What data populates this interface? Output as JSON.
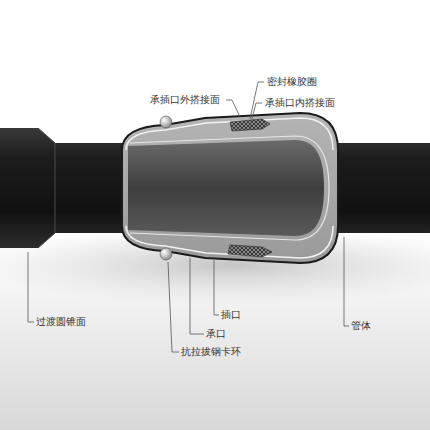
{
  "diagram": {
    "labels": [
      "承插口外搭接面",
      "密封橡胶圈",
      "承插口内搭接面",
      "插口",
      "承口",
      "抗拉拔钢卡环",
      "过渡圆锥面",
      "管体"
    ]
  }
}
